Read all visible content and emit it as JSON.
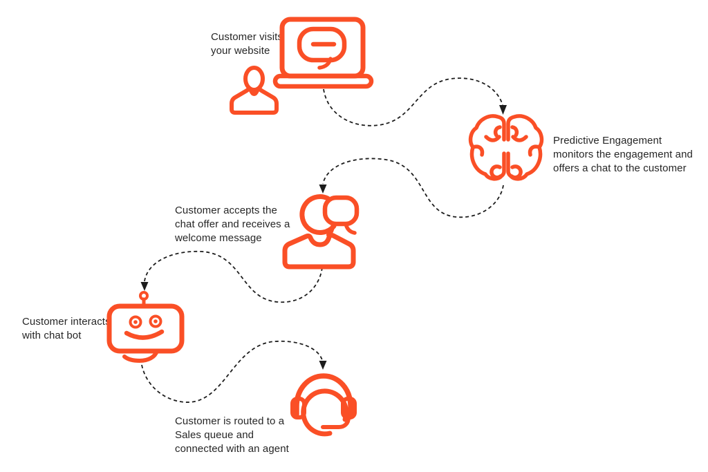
{
  "colors": {
    "accent": "#FA4F26",
    "connector": "#1C1C1C",
    "text": "#262626",
    "background": "#FFFFFF"
  },
  "diagram": {
    "type": "flow",
    "steps": [
      {
        "id": "visit",
        "label": "Customer visits\nyour website",
        "icon": "laptop-chat-icon"
      },
      {
        "id": "monitor",
        "label": "Predictive Engagement\nmonitors the engagement and\noffers a chat to the customer",
        "icon": "brain-icon"
      },
      {
        "id": "accept",
        "label": "Customer accepts the\nchat offer and receives a\nwelcome message",
        "icon": "person-chat-icon"
      },
      {
        "id": "bot",
        "label": "Customer interacts\nwith chat bot",
        "icon": "chat-bot-icon"
      },
      {
        "id": "route",
        "label": "Customer is routed to a\nSales queue and\nconnected with an agent",
        "icon": "agent-headset-icon"
      }
    ]
  }
}
